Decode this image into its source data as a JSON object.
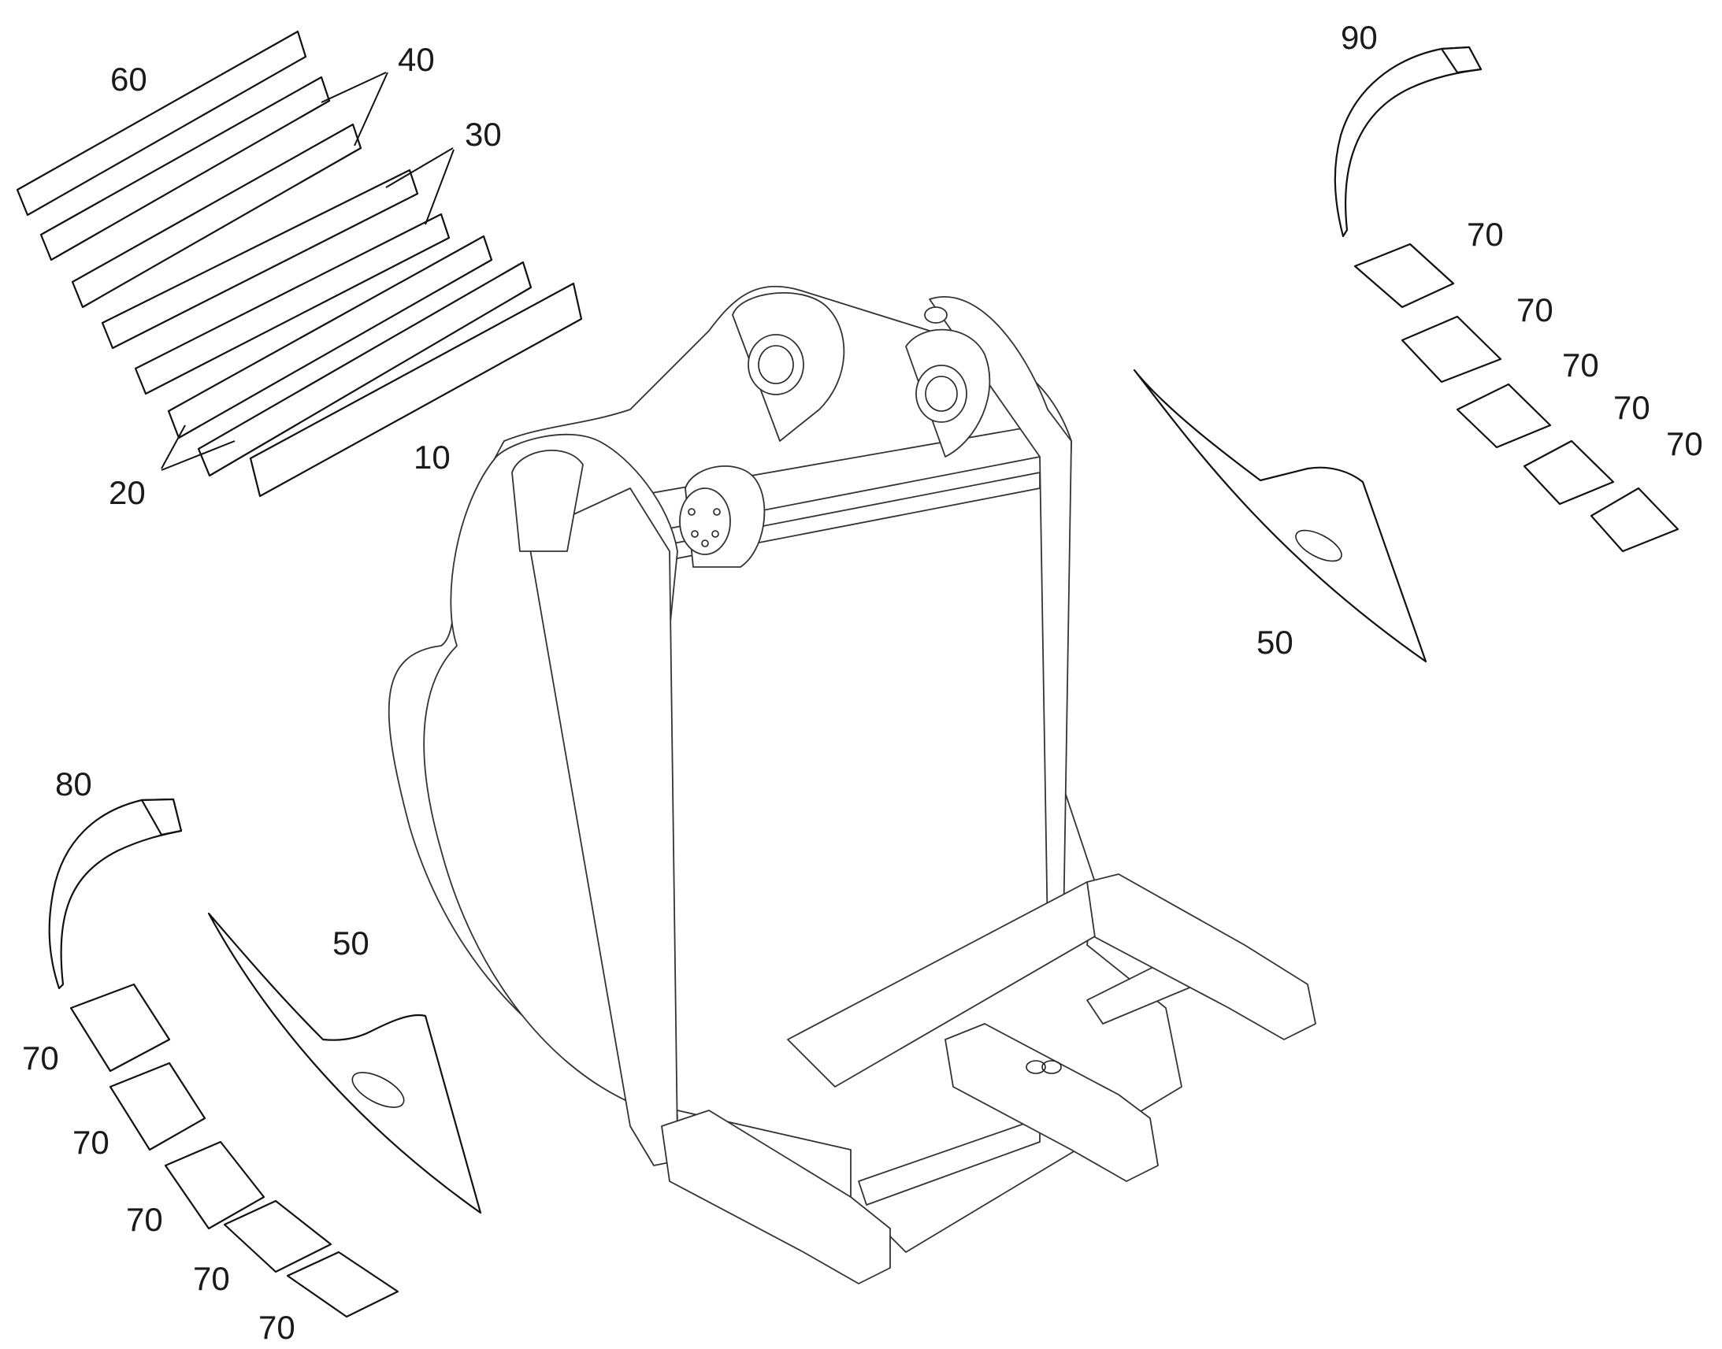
{
  "labels": {
    "l60": "60",
    "l40": "40",
    "l30": "30",
    "l10": "10",
    "l20": "20",
    "l90": "90",
    "l80": "80",
    "l50a": "50",
    "l50b": "50",
    "l70": "70"
  },
  "colors": {
    "line": "#111111",
    "background": "#ffffff"
  }
}
